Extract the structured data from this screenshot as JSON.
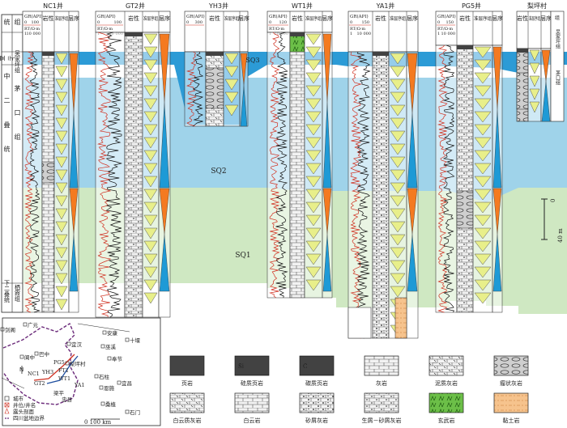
{
  "wells": [
    {
      "name": "NC1井",
      "gr_range": [
        "0",
        "100"
      ],
      "rt_range": [
        "1",
        "10 000"
      ]
    },
    {
      "name": "GT2井",
      "gr_range": [
        "0",
        "100"
      ],
      "rt_range": [
        "1",
        "10 000"
      ]
    },
    {
      "name": "YH3井",
      "gr_range": [
        "0",
        "300"
      ],
      "rt_range": []
    },
    {
      "name": "WT1井",
      "gr_range": [
        "0",
        "120"
      ],
      "rt_range": [
        "1",
        "10 000"
      ]
    },
    {
      "name": "YA1井",
      "gr_range": [
        "0",
        "150"
      ],
      "rt_range": [
        "1",
        "10 000"
      ]
    },
    {
      "name": "PG5井",
      "gr_range": [
        "0",
        "150"
      ],
      "rt_range": [
        "1",
        "10 000"
      ]
    },
    {
      "name": "梨坪村"
    }
  ],
  "log_labels": {
    "gr": "GR(API)",
    "rt": "RT/Ω·m"
  },
  "column_headers": {
    "lith": "岩性",
    "ps": "准层序组",
    "seq": "层序",
    "tong": "统",
    "zu": "组"
  },
  "strat": {
    "upper_series": "上二叠统",
    "wujiaping": "吴家坪组",
    "middle_series": "中二叠统",
    "maokou": "茅口组",
    "qixia": "栖霞组",
    "lower_series": "下二叠统",
    "maokou_short": "茅口组"
  },
  "sequences": {
    "sq1": "SQ1",
    "sq2": "SQ2",
    "sq3": "SQ3"
  },
  "scale": {
    "zero": "0",
    "length": "40 m"
  },
  "map": {
    "places": [
      "剑阁",
      "广元",
      "阆中",
      "巴中",
      "安康",
      "巫溪",
      "十堰",
      "宜汉",
      "梨坪村",
      "奉节",
      "石柱",
      "恩施",
      "桑植",
      "宜昌",
      "石门"
    ],
    "well_labels": [
      "NC1",
      "GT2",
      "YH3",
      "FT1",
      "PG5",
      "WT1",
      "YA1",
      "梁平",
      "忠县"
    ],
    "legend": [
      "城市",
      "井位/井名",
      "露头剖面",
      "四川盆地边界"
    ],
    "scale": "0    100 km",
    "north": "N"
  },
  "lith_legend": [
    "页岩",
    "硅质页岩",
    "碳质页岩",
    "灰岩",
    "泥质灰岩",
    "瘤状灰岩",
    "白云质灰岩",
    "白云岩",
    "砂屑灰岩",
    "生屑－砂屑灰岩",
    "玄武岩",
    "黏土岩"
  ],
  "colors": {
    "sq1": "#cfe8c2",
    "sq2": "#9fd3ea",
    "sq3": "#2c9bd6",
    "seq_orange": "#f47a20",
    "seq_blue": "#1e9ad6",
    "ps_yellow": "#e8ef8a",
    "basalt": "#67b845",
    "clay": "#f7c48f"
  }
}
